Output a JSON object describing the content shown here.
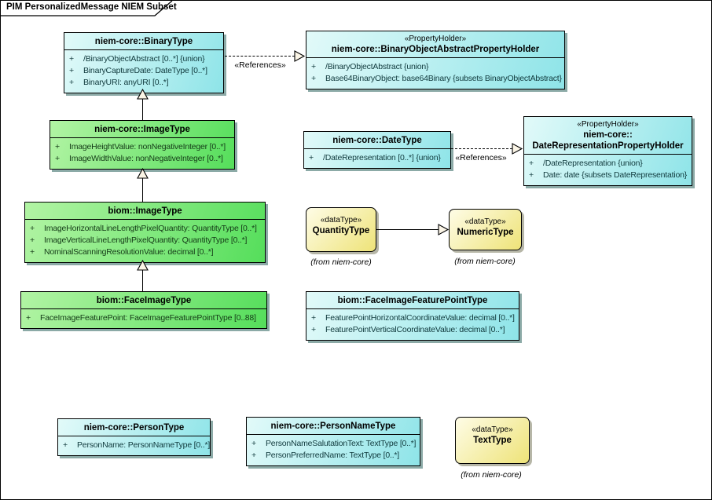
{
  "diagram": {
    "title": "PIM PersonalizedMessage NIEM Subset",
    "visibility_marker": "+",
    "references_label": "«References»",
    "colors": {
      "class_cyan": "#8ee4e8",
      "class_green": "#55de5b",
      "datatype_yellow": "#eee378",
      "border": "#000000"
    }
  },
  "boxes": {
    "binary_type": {
      "name": "niem-core::BinaryType",
      "attributes": [
        "/BinaryObjectAbstract [0..*] {union}",
        "BinaryCaptureDate: DateType [0..*]",
        "BinaryURI: anyURI [0..*]"
      ]
    },
    "binary_holder": {
      "stereotype": "«PropertyHolder»",
      "name": "niem-core::BinaryObjectAbstractPropertyHolder",
      "attributes": [
        "/BinaryObjectAbstract {union}",
        "Base64BinaryObject: base64Binary {subsets BinaryObjectAbstract}"
      ]
    },
    "image_type_core": {
      "name": "niem-core::ImageType",
      "attributes": [
        "ImageHeightValue: nonNegativeInteger [0..*]",
        "ImageWidthValue: nonNegativeInteger [0..*]"
      ]
    },
    "date_type": {
      "name": "niem-core::DateType",
      "attributes": [
        "/DateRepresentation [0..*] {union}"
      ]
    },
    "date_holder": {
      "stereotype": "«PropertyHolder»",
      "name_line1": "niem-core::",
      "name_line2": "DateRepresentationPropertyHolder",
      "attributes": [
        "/DateRepresentation {union}",
        "Date: date {subsets DateRepresentation}"
      ]
    },
    "image_type_biom": {
      "name": "biom::ImageType",
      "attributes": [
        "ImageHorizontalLineLengthPixelQuantity: QuantityType [0..*]",
        "ImageVerticalLineLengthPixelQuantity: QuantityType [0..*]",
        "NominalScanningResolutionValue: decimal [0..*]"
      ]
    },
    "quantity_type": {
      "stereotype": "«dataType»",
      "name": "QuantityType",
      "from": "(from niem-core)"
    },
    "numeric_type": {
      "stereotype": "«dataType»",
      "name": "NumericType",
      "from": "(from niem-core)"
    },
    "face_image_type": {
      "name": "biom::FaceImageType",
      "attributes": [
        "FaceImageFeaturePoint: FaceImageFeaturePointType [0..88]"
      ]
    },
    "face_feature_type": {
      "name": "biom::FaceImageFeaturePointType",
      "attributes": [
        "FeaturePointHorizontalCoordinateValue: decimal [0..*]",
        "FeaturePointVerticalCoordinateValue: decimal [0..*]"
      ]
    },
    "person_type": {
      "name": "niem-core::PersonType",
      "attributes": [
        "PersonName: PersonNameType [0..*]"
      ]
    },
    "person_name_type": {
      "name": "niem-core::PersonNameType",
      "attributes": [
        "PersonNameSalutationText: TextType [0..*]",
        "PersonPreferredName: TextType [0..*]"
      ]
    },
    "text_type": {
      "stereotype": "«dataType»",
      "name": "TextType",
      "from": "(from niem-core)"
    }
  }
}
